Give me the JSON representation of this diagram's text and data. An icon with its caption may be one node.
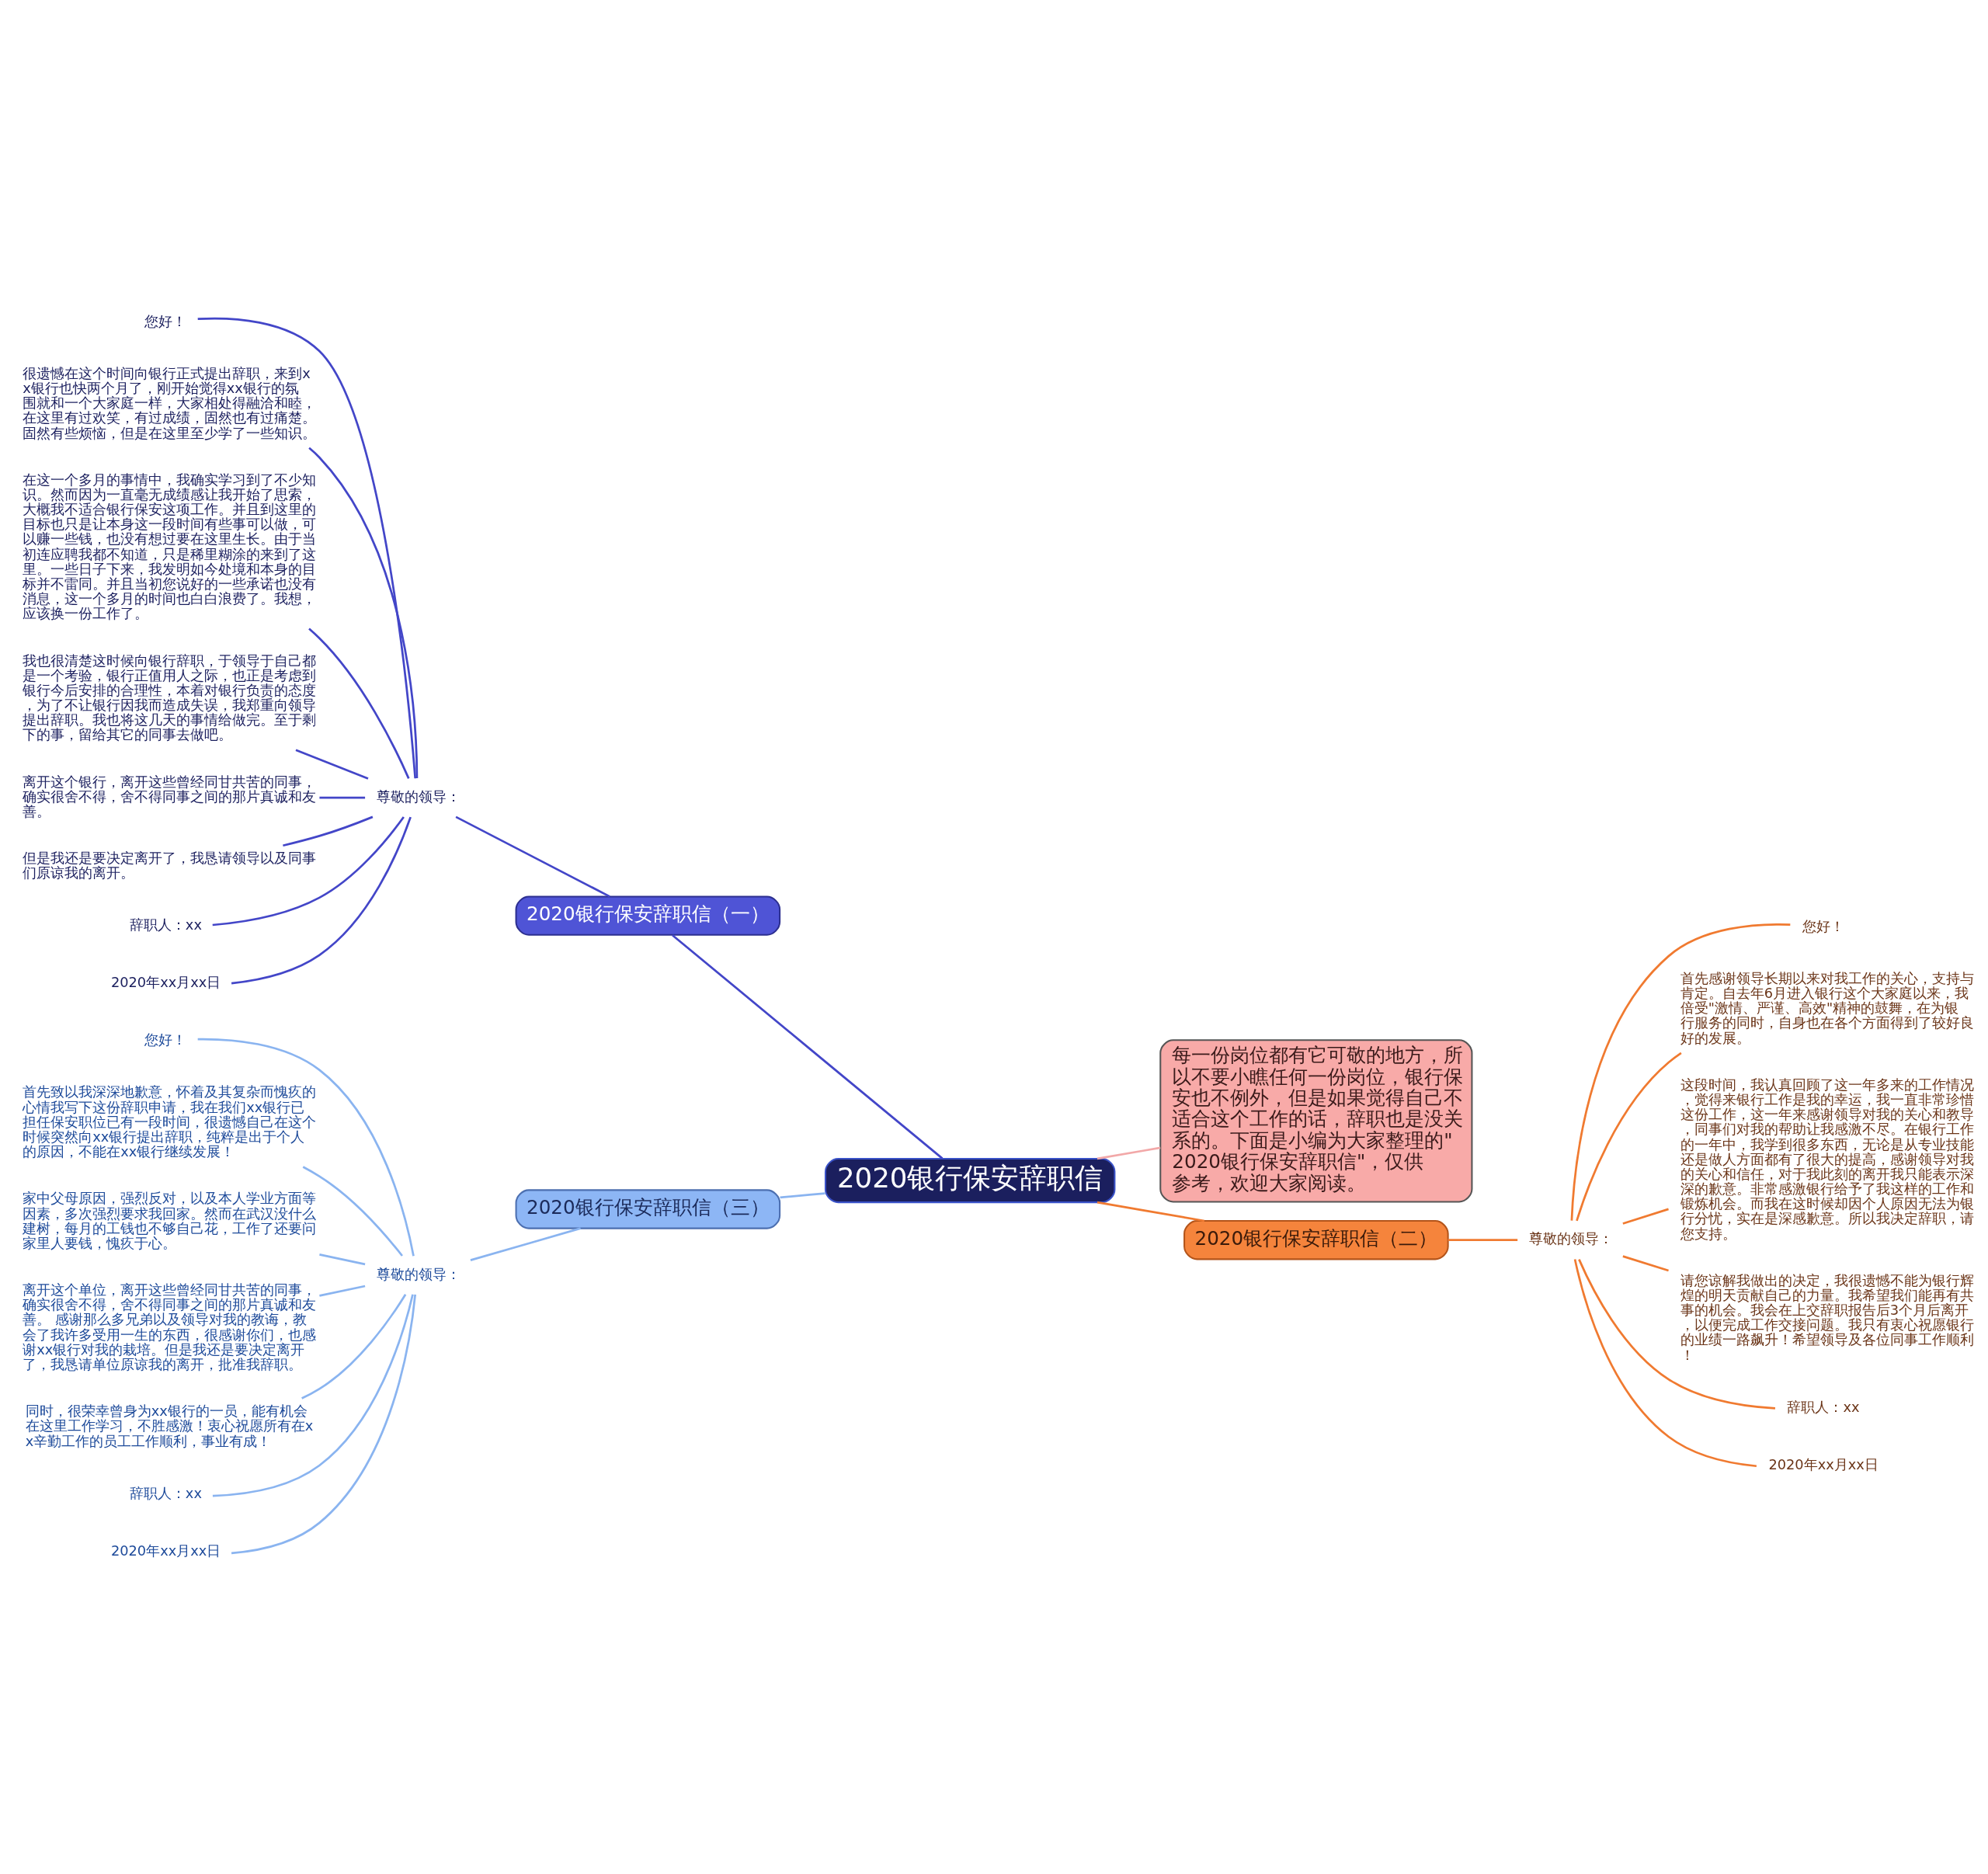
{
  "diagram": {
    "nodes": [
      {
        "text": [
          "2020银行保安辞职信"
        ]
      },
      {
        "text": [
          "2020银行保安辞职信（一）"
        ]
      },
      {
        "text": [
          "尊敬的领导："
        ]
      },
      {
        "text": [
          "您好！"
        ]
      },
      {
        "text": [
          "很遗憾在这个时间向银行正式提出辞职，来到xx银行也快两个月了，刚开始觉得xx银行的氛围就和一个大家庭一样，大家相处得融洽和睦，在这里有过欢笑，有过成绩，固然也有过痛楚。固然有些烦恼，但是在这里至少学了一些知识。"
        ]
      },
      {
        "text": [
          "在这一个多月的事情中，我确实学习到了不少知识。然而因为一直毫无成绩感让我开始了思索，大概我不适合银行保安这项工作。并且到这里的目标也只是让本身这一段时间有些事可以做，可以赚一些钱，也没有想过要在这里生长。由于当初连应聘我都不知道，只是稀里糊涂的来到了这里。一些日子下来，我发明如今处境和本身的目标并不雷同。并且当初您说好的一些承诺也没有消息，这一个多月的时间也白白浪费了。我想，应该换一份工作了。"
        ]
      },
      {
        "text": [
          "我也很清楚这时候向银行辞职，于领导于自己都是一个考验，银行正值用人之际，也正是考虑到银行今后安排的合理性，本着对银行负责的态度，为了不让银行因我而造成失误，我郑重向领导提出辞职。我也将这几天的事情给做完。至于剩下的事，留给其它的同事去做吧。"
        ]
      },
      {
        "text": [
          "离开这个银行，离开这些曾经同甘共苦的同事，确实很舍不得，舍不得同事之间的那片真诚和友善。"
        ]
      },
      {
        "text": [
          "但是我还是要决定离开了，我恳请领导以及同事们原谅我的离开。"
        ]
      },
      {
        "text": [
          "辞职人：xx"
        ]
      },
      {
        "text": [
          "2020年xx月xx日"
        ]
      },
      {
        "text": [
          "每一份岗位都有它可敬的地方，所以不要小瞧任何一份岗位，银行保安也不例外，但是如果觉得自己不适合这个工作的话，辞职也是没关系的。下面是小编为大家整理的\"2020银行保安辞职信\"，仅供参考，欢迎大家阅读。"
        ]
      },
      {
        "text": [
          "2020银行保安辞职信（二）"
        ]
      },
      {
        "text": [
          "尊敬的领导："
        ]
      },
      {
        "text": [
          "您好！"
        ]
      },
      {
        "text": [
          "首先感谢领导长期以来对我工作的关心，支持与肯定。自去年6月进入银行这个大家庭以来，我倍受\"激情、严谨、高效\"精神的鼓舞，在为银行服务的同时，自身也在各个方面得到了较好良好的发展。"
        ]
      },
      {
        "text": [
          "这段时间，我认真回顾了这一年多来的工作情况，觉得来银行工作是我的幸运，我一直非常珍惜这份工作，这一年来感谢领导对我的关心和教导，同事们对我的帮助让我感激不尽。在银行工作的一年中，我学到很多东西，无论是从专业技能还是做人方面都有了很大的提高，感谢领导对我的关心和信任，对于我此刻的离开我只能表示深深的歉意。非常感激银行给予了我这样的工作和锻炼机会。而我在这时候却因个人原因无法为银行分忧，实在是深感歉意。所以我决定辞职，请您支持。"
        ]
      },
      {
        "text": [
          "请您谅解我做出的决定，我很遗憾不能为银行辉煌的明天贡献自己的力量。我希望我们能再有共事的机会。我会在上交辞职报告后3个月后离开，以便完成工作交接问题。我只有衷心祝愿银行的业绩一路飙升！希望领导及各位同事工作顺利！"
        ]
      },
      {
        "text": [
          "辞职人：xx"
        ]
      },
      {
        "text": [
          "2020年xx月xx日"
        ]
      },
      {
        "text": [
          "2020银行保安辞职信（三）"
        ]
      },
      {
        "text": [
          "尊敬的领导："
        ]
      },
      {
        "text": [
          "您好！"
        ]
      },
      {
        "text": [
          "首先致以我深深地歉意，怀着及其复杂而愧疚的心情我写下这份辞职申请，我在我们xx银行已担任保安职位已有一段时间，很遗憾自己在这个时候突然向xx银行提出辞职，纯粹是出于个人的原因，不能在xx银行继续发展！"
        ]
      },
      {
        "text": [
          "家中父母原因，强烈反对，以及本人学业方面等因素，多次强烈要求我回家。然而在武汉没什么建树，每月的工钱也不够自己花，工作了还要问家里人要钱，愧疚于心。"
        ]
      },
      {
        "text": [
          "离开这个单位，离开这些曾经同甘共苦的同事，确实很舍不得，舍不得同事之间的那片真诚和友善。 感谢那么多兄弟以及领导对我的教诲，教会了我许多受用一生的东西，很感谢你们，也感谢xx银行对我的栽培。但是我还是要决定离开了，我恳请单位原谅我的离开，批准我辞职。"
        ]
      },
      {
        "text": [
          "同时，很荣幸曾身为xx银行的一员，能有机会在这里工作学习，不胜感激！衷心祝愿所有在xx辛勤工作的员工工作顺利，事业有成！"
        ]
      },
      {
        "text": [
          "辞职人：xx"
        ]
      },
      {
        "text": [
          "2020年xx月xx日"
        ]
      }
    ],
    "edges": [
      {
        "from": 1,
        "to": 0,
        "arrow": "none",
        "color": "#4346c8"
      },
      {
        "from": 2,
        "to": 1,
        "arrow": "none",
        "color": "#4346c8"
      },
      {
        "from": 3,
        "to": 2,
        "arrow": "none",
        "color": "#4346c8"
      },
      {
        "from": 4,
        "to": 2,
        "arrow": "none",
        "color": "#4346c8"
      },
      {
        "from": 5,
        "to": 2,
        "arrow": "none",
        "color": "#4346c8"
      },
      {
        "from": 6,
        "to": 2,
        "arrow": "none",
        "color": "#4346c8"
      },
      {
        "from": 7,
        "to": 2,
        "arrow": "none",
        "color": "#4346c8"
      },
      {
        "from": 8,
        "to": 2,
        "arrow": "none",
        "color": "#4346c8"
      },
      {
        "from": 9,
        "to": 2,
        "arrow": "none",
        "color": "#4346c8"
      },
      {
        "from": 10,
        "to": 2,
        "arrow": "none",
        "color": "#4346c8"
      },
      {
        "from": 0,
        "to": 11,
        "arrow": "none",
        "color": "#f2a8a8"
      },
      {
        "from": 0,
        "to": 12,
        "arrow": "none",
        "color": "#f07a30"
      },
      {
        "from": 12,
        "to": 13,
        "arrow": "none",
        "color": "#f07a30"
      },
      {
        "from": 13,
        "to": 14,
        "arrow": "none",
        "color": "#f07a30"
      },
      {
        "from": 13,
        "to": 15,
        "arrow": "none",
        "color": "#f07a30"
      },
      {
        "from": 13,
        "to": 16,
        "arrow": "none",
        "color": "#f07a30"
      },
      {
        "from": 13,
        "to": 17,
        "arrow": "none",
        "color": "#f07a30"
      },
      {
        "from": 13,
        "to": 18,
        "arrow": "none",
        "color": "#f07a30"
      },
      {
        "from": 13,
        "to": 19,
        "arrow": "none",
        "color": "#f07a30"
      },
      {
        "from": 20,
        "to": 0,
        "arrow": "none",
        "color": "#8ab4f0"
      },
      {
        "from": 21,
        "to": 20,
        "arrow": "none",
        "color": "#8ab4f0"
      },
      {
        "from": 22,
        "to": 21,
        "arrow": "none",
        "color": "#8ab4f0"
      },
      {
        "from": 23,
        "to": 21,
        "arrow": "none",
        "color": "#8ab4f0"
      },
      {
        "from": 24,
        "to": 21,
        "arrow": "none",
        "color": "#8ab4f0"
      },
      {
        "from": 25,
        "to": 21,
        "arrow": "none",
        "color": "#8ab4f0"
      },
      {
        "from": 26,
        "to": 21,
        "arrow": "none",
        "color": "#8ab4f0"
      },
      {
        "from": 27,
        "to": 21,
        "arrow": "none",
        "color": "#8ab4f0"
      },
      {
        "from": 28,
        "to": 21,
        "arrow": "none",
        "color": "#8ab4f0"
      }
    ]
  }
}
